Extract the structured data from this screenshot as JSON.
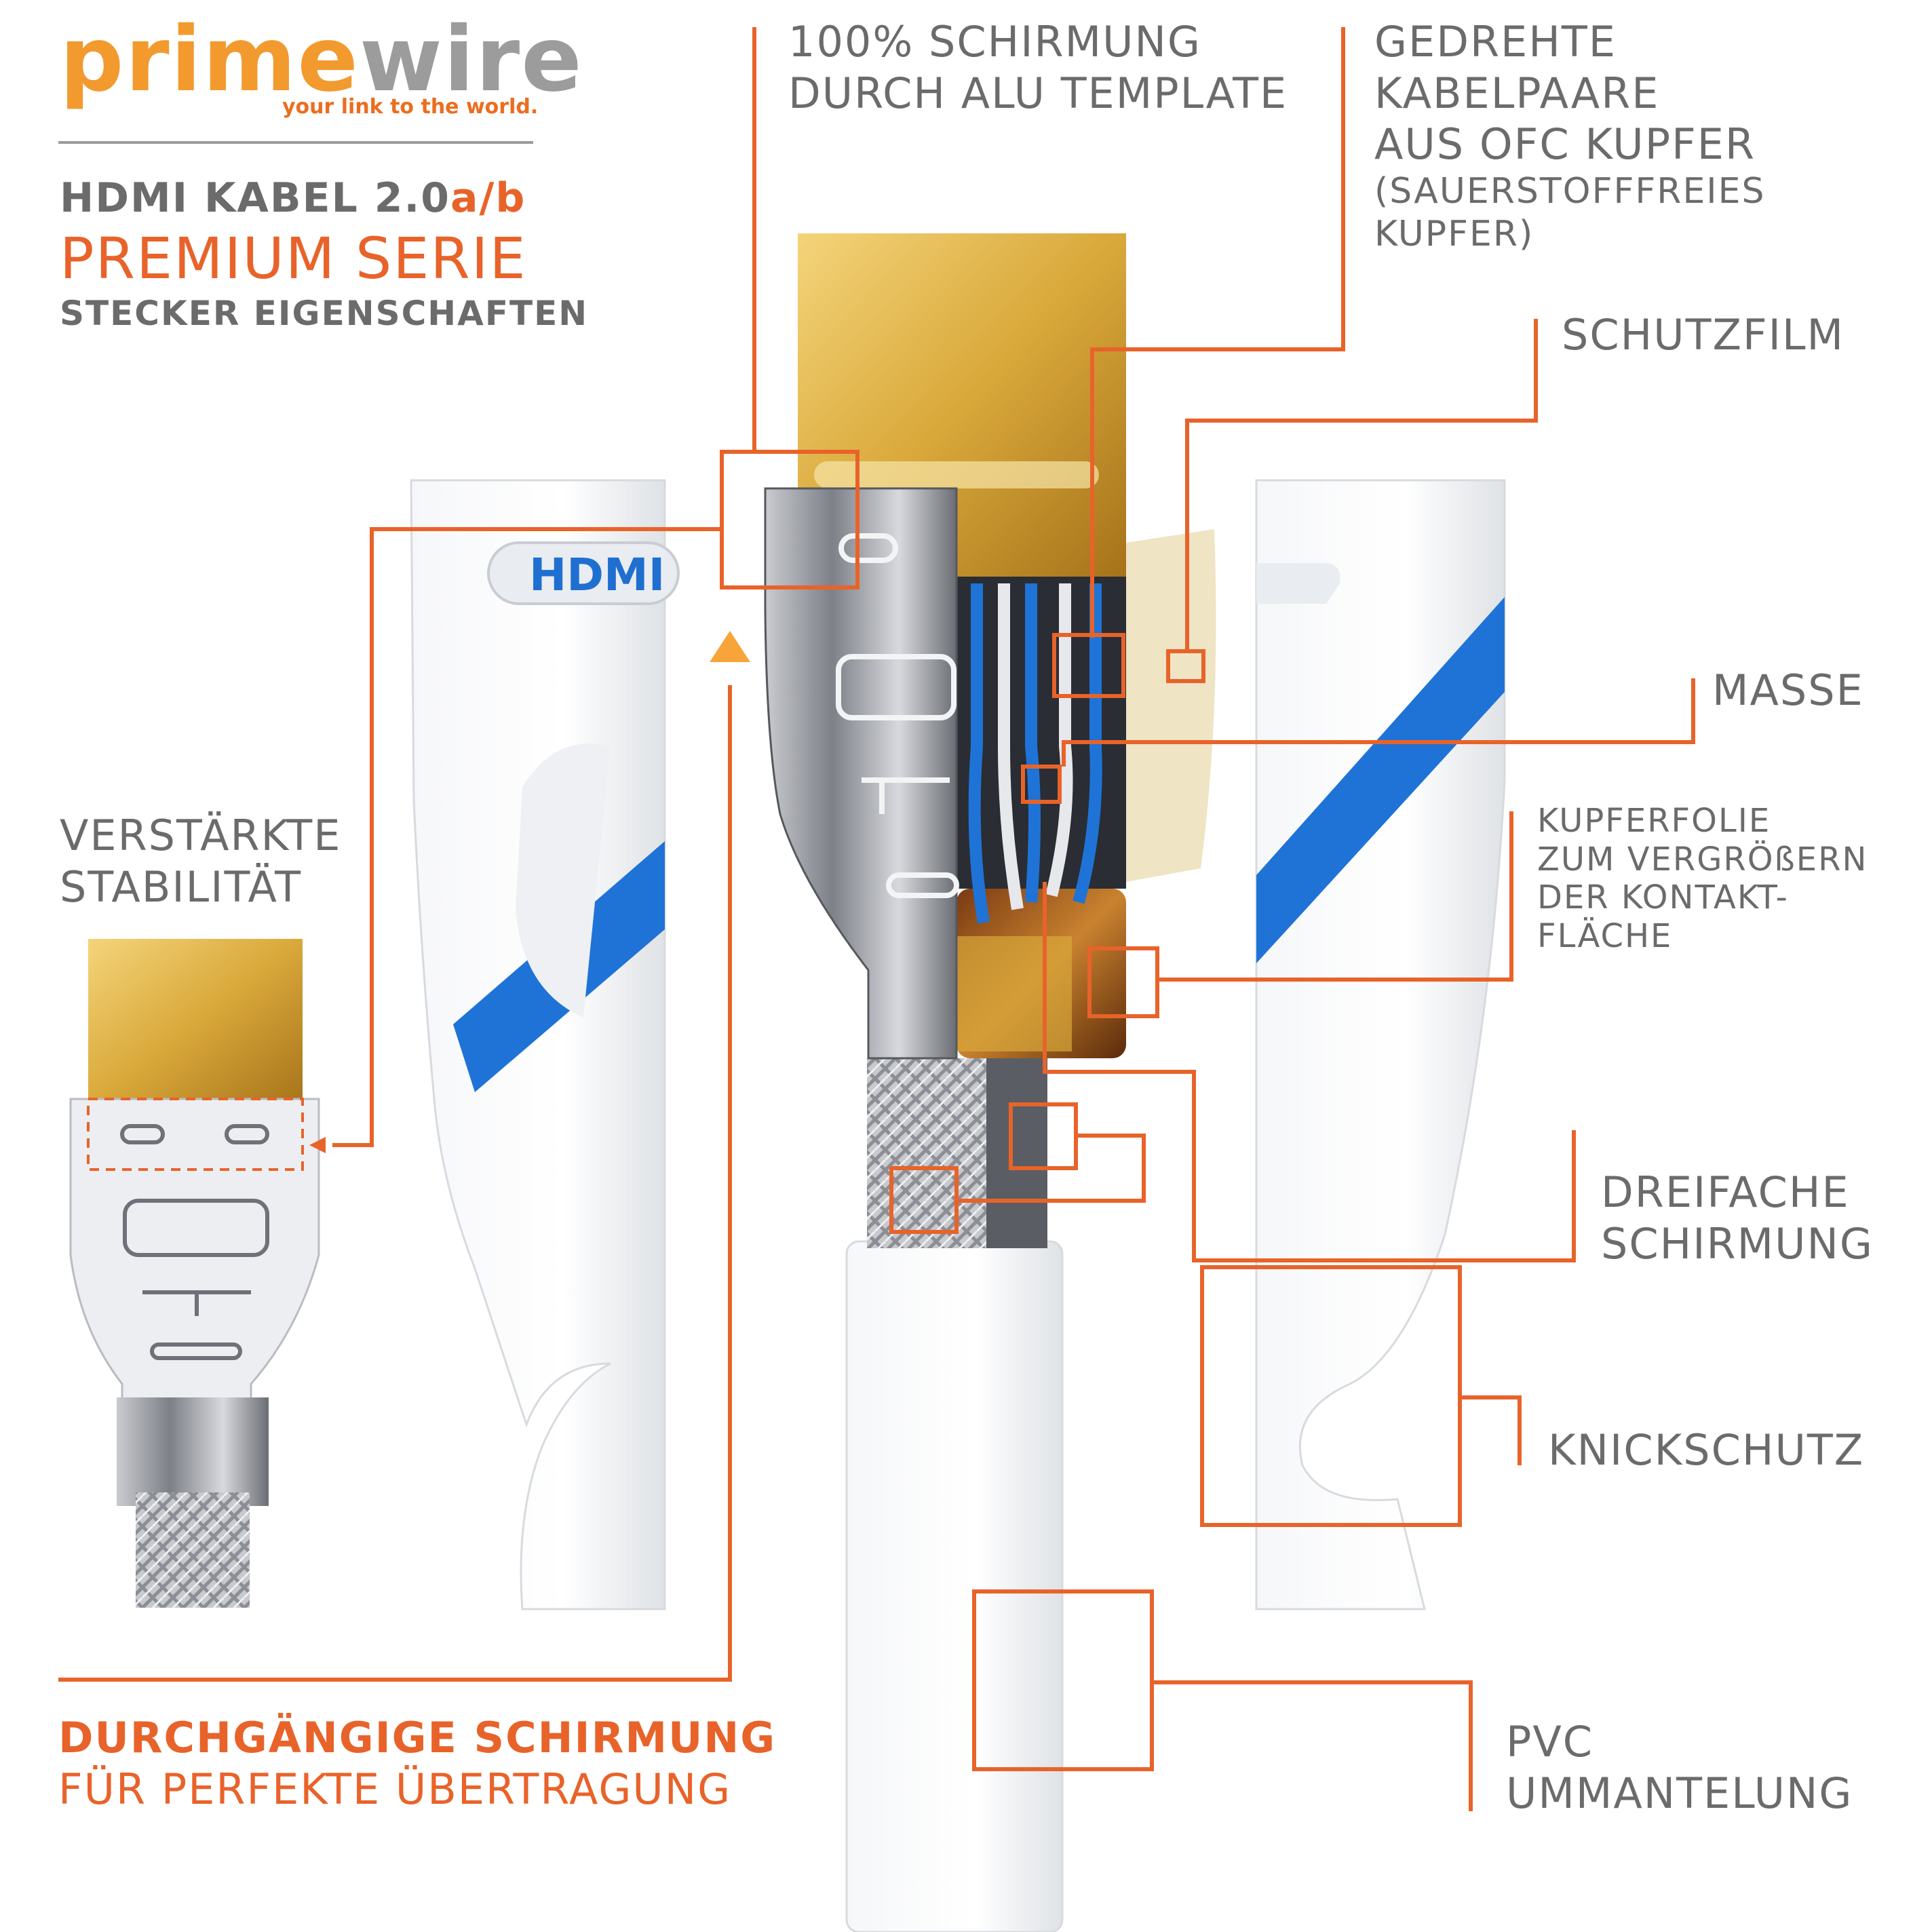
{
  "brand": {
    "name_part1": "prime",
    "name_part2": "wire",
    "tagline": "your link to the world."
  },
  "header": {
    "product_line_prefix": "HDMI KABEL 2.0",
    "product_line_suffix": "a/b",
    "series": "PREMIUM SERIE",
    "subtitle": "STECKER EIGENSCHAFTEN"
  },
  "labels": {
    "shielding_alu": [
      "100% SCHIRMUNG",
      "DURCH ALU TEMPLATE"
    ],
    "twisted_pairs": [
      "GEDREHTE",
      "KABELPAARE",
      "AUS OFC KUPFER"
    ],
    "twisted_pairs_note": [
      "(SAUERSTOFFFREIES",
      "KUPFER)"
    ],
    "protective_film": "SCHUTZFILM",
    "ground": "MASSE",
    "copper_foil": [
      "KUPFERFOLIE",
      "ZUM VERGRÖßERN",
      "DER KONTAKT-",
      "FLÄCHE"
    ],
    "triple_shielding": [
      "DREIFACHE",
      "SCHIRMUNG"
    ],
    "bend_protection": "KNICKSCHUTZ",
    "pvc_jacket": [
      "PVC",
      "UMMANTELUNG"
    ],
    "reinforced": [
      "VERSTÄRKTE",
      "STABILITÄT"
    ],
    "continuous_shielding": "DURCHGÄNGIGE SCHIRMUNG",
    "transmission": "FÜR PERFEKTE ÜBERTRAGUNG"
  },
  "housing_logo": "HDMI",
  "colors": {
    "accent_orange": "#e8632a",
    "label_grey": "#6b6b6b",
    "gold": "#d8a730",
    "blue_stripe": "#1f73d6",
    "chrome": "#8e9197"
  }
}
